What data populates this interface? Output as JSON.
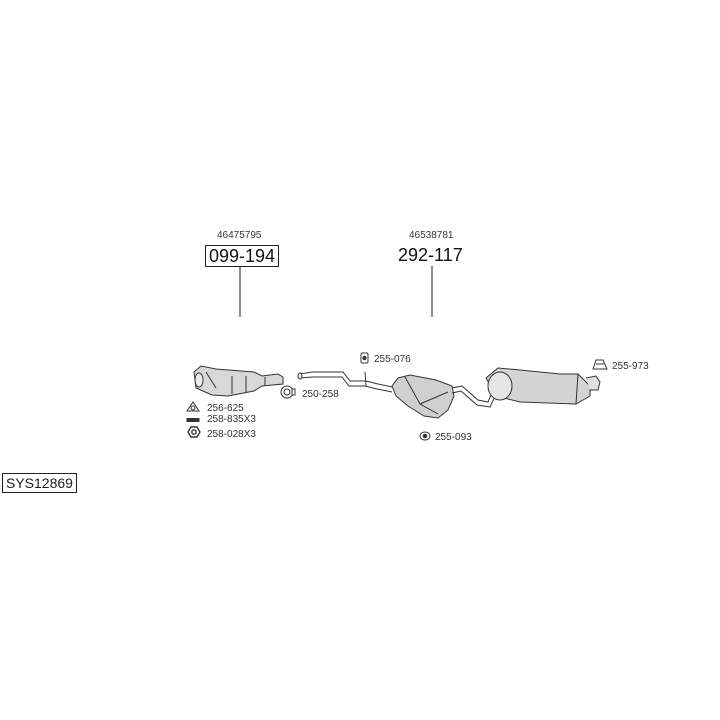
{
  "system_code": "SYS12869",
  "main_parts": [
    {
      "oe": "46475795",
      "part": "099-194"
    },
    {
      "oe": "46538781",
      "part": "292-117"
    }
  ],
  "fittings": [
    {
      "code": "255-076",
      "icon": "rubber-mount-icon"
    },
    {
      "code": "255-973",
      "icon": "hanger-icon"
    },
    {
      "code": "256-625",
      "icon": "gasket-icon"
    },
    {
      "code": "258-835X3",
      "icon": "bolt-icon"
    },
    {
      "code": "258-028X3",
      "icon": "nut-icon"
    },
    {
      "code": "250-258",
      "icon": "clamp-ring-icon"
    },
    {
      "code": "255-093",
      "icon": "rubber-ring-icon"
    }
  ]
}
